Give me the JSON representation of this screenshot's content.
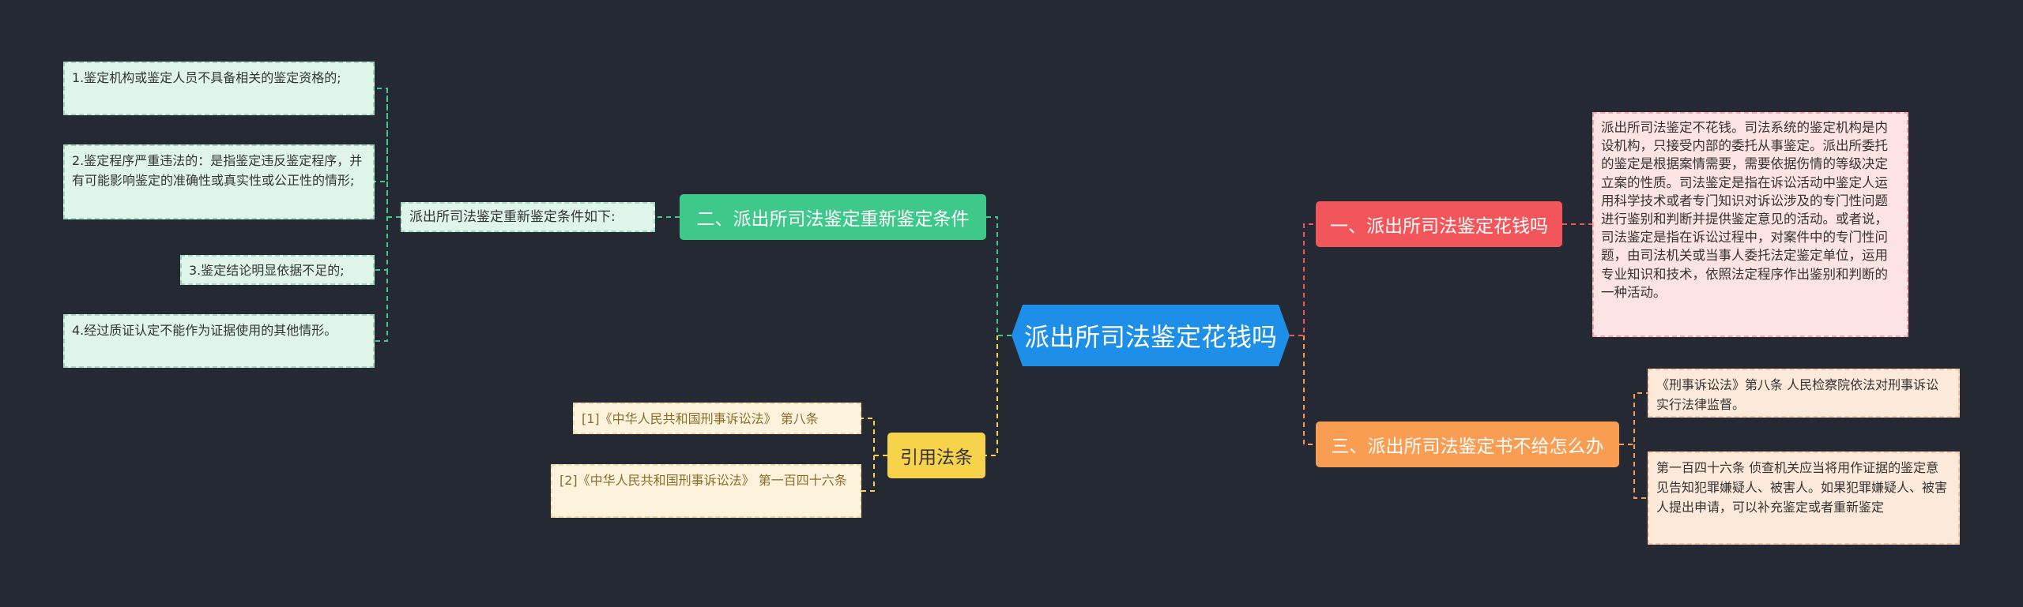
{
  "central": {
    "title": "派出所司法鉴定花钱吗"
  },
  "branches": {
    "b1": {
      "label": "一、派出所司法鉴定花钱吗",
      "color": "#f2555a"
    },
    "b2": {
      "label": "二、派出所司法鉴定重新鉴定条件",
      "color": "#3ec98a"
    },
    "b3": {
      "label": "三、派出所司法鉴定书不给怎么办",
      "color": "#f89d52"
    },
    "b4": {
      "label": "引用法条",
      "color": "#f6d34a"
    }
  },
  "b1_detail": "派出所司法鉴定不花钱。司法系统的鉴定机构是内设机构，只接受内部的委托从事鉴定。派出所委托的鉴定是根据案情需要，需要依据伤情的等级决定立案的性质。司法鉴定是指在诉讼活动中鉴定人运用科学技术或者专门知识对诉讼涉及的专门性问题进行鉴别和判断并提供鉴定意见的活动。或者说，司法鉴定是指在诉讼过程中，对案件中的专门性问题，由司法机关或当事人委托法定鉴定单位，运用专业知识和技术，依照法定程序作出鉴别和判断的一种活动。",
  "b2_label": "派出所司法鉴定重新鉴定条件如下:",
  "b2_items": [
    "1.鉴定机构或鉴定人员不具备相关的鉴定资格的;",
    "2.鉴定程序严重违法的：是指鉴定违反鉴定程序，并有可能影响鉴定的准确性或真实性或公正性的情形;",
    "3.鉴定结论明显依据不足的;",
    "4.经过质证认定不能作为证据使用的其他情形。"
  ],
  "b3_items": [
    "《刑事诉讼法》第八条 人民检察院依法对刑事诉讼实行法律监督。",
    "第一百四十六条 侦查机关应当将用作证据的鉴定意见告知犯罪嫌疑人、被害人。如果犯罪嫌疑人、被害人提出申请，可以补充鉴定或者重新鉴定"
  ],
  "b4_items": [
    "[1]《中华人民共和国刑事诉讼法》 第八条",
    "[2]《中华人民共和国刑事诉讼法》 第一百四十六条"
  ],
  "colors": {
    "background": "#252934",
    "central": "#1e8fe8",
    "connector_red": "#f2555a",
    "connector_orange": "#f89d52",
    "connector_green": "#3ec98a",
    "connector_yellow": "#f6d34a"
  }
}
